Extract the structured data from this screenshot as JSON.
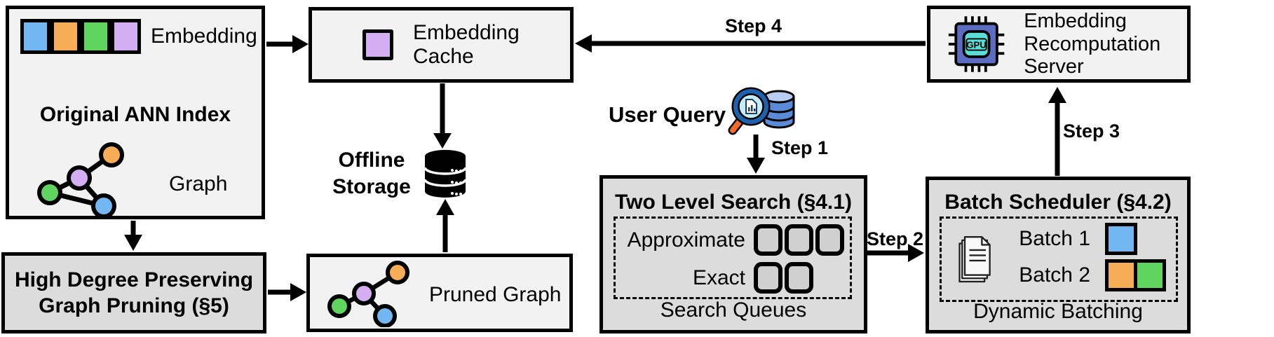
{
  "colors": {
    "blue": "#72b7f2",
    "orange": "#f7ad55",
    "green": "#5fd45f",
    "purple": "#d3aef2",
    "box_light": "#f2f2f2",
    "box_gray": "#dcdcdc",
    "slot_fill": "#d0d0d0",
    "gpu_chip": "#5c6cc0",
    "gpu_inner": "#57dfd7",
    "magnifier_rim": "#1e62ae",
    "magnifier_handle": "#f4692c",
    "db_blue": "#5b8ad6"
  },
  "original_ann_index": {
    "title": "Original ANN Index",
    "embedding_label": "Embedding",
    "graph_label": "Graph"
  },
  "graph_pruning": {
    "label": "High Degree Preserving Graph Pruning (§5)"
  },
  "embedding_cache": {
    "label": "Embedding Cache"
  },
  "offline_storage": {
    "label": "Offline Storage"
  },
  "pruned_graph": {
    "label": "Pruned Graph"
  },
  "user_query": {
    "label": "User Query"
  },
  "two_level_search": {
    "title": "Two Level Search (§4.1)",
    "row1_label": "Approximate",
    "row1_slots": 3,
    "row2_label": "Exact",
    "row2_slots": 2,
    "footer": "Search Queues"
  },
  "batch_scheduler": {
    "title": "Batch Scheduler (§4.2)",
    "batch1_label": "Batch 1",
    "batch2_label": "Batch 2",
    "footer": "Dynamic Batching"
  },
  "recomputation_server": {
    "label": "Embedding Recomputation Server",
    "gpu_label": "GPU"
  },
  "steps": {
    "step1": "Step 1",
    "step2": "Step 2",
    "step3": "Step 3",
    "step4": "Step 4"
  }
}
